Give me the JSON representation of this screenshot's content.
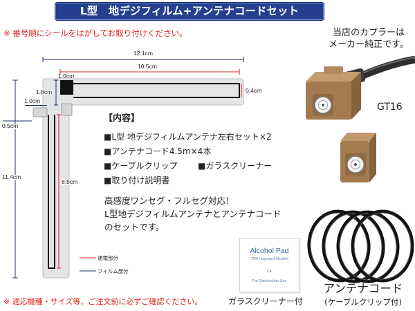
{
  "header": {
    "title": "L型　地デジフィルム+アンテナコードセット"
  },
  "notices": {
    "top": "※ 番号順にシールをはがしてお取り付けください。",
    "bottom": "※ 適応機種・サイズ等、ご注文前に必ずご確認ください。"
  },
  "coupler": {
    "line1": "当店のカプラーは",
    "line2": "メーカー純正です。",
    "connector_label": "GT16"
  },
  "antenna_diagram": {
    "dimensions": {
      "film_width": "12.1cm",
      "conductor_width": "10.5cm",
      "feed_width": "1.0cm",
      "feed_height": "1.8cm",
      "tab_width": "1.0cm",
      "tab_height": "0.5cm",
      "end_margin": "0.4cm",
      "film_height": "11.4cm",
      "conductor_height": "8.8cm"
    },
    "legend": {
      "conductive": "通電部分",
      "film": "フィルム部分"
    }
  },
  "contents": {
    "heading": "【内容】",
    "items": [
      "■L型 地デジフィルムアンテナ左右セット×2",
      "■アンテナコード4.5m×4本",
      "■ケーブルクリップ",
      "■ガラスクリーナー",
      "■取り付け説明書"
    ]
  },
  "description": [
    "高感度ワンセグ・フルセグ対応！",
    "L型地デジフィルムアンテナとアンテナコード",
    "のセットです。"
  ],
  "glass_cleaner": {
    "pad_title": "Alcohol Pad",
    "pad_spec": "70% Isopropyl Alcohol",
    "pad_mark": "CE",
    "pad_use": "For Disinfection Use",
    "caption": "ガラスクリーナー付"
  },
  "antenna_cord": {
    "title": "アンテナコード",
    "subtitle": "(ケーブルクリップ付)"
  },
  "colors": {
    "header_bg": "#24408f",
    "notice_red": "#e0261f",
    "conductive_red": "#d9231d",
    "film_navy": "#1f2f6e",
    "connector_tan": "#a47b51",
    "pad_blue": "#2f64b7"
  }
}
